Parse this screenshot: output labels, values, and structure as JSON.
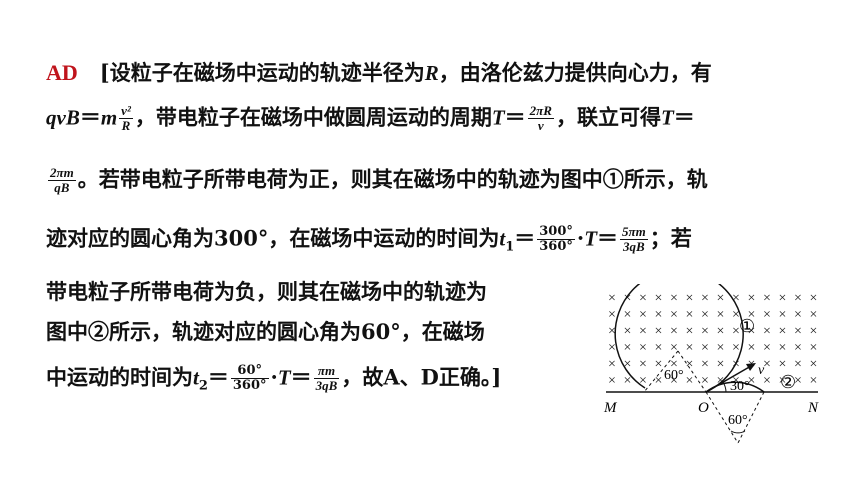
{
  "answer_label": "AD",
  "text": {
    "l1": "[设粒子在磁场中运动的轨迹半径为",
    "l1_R": "R",
    "l1_b": "，由洛伦兹力提供向心力，有",
    "l2_lhs": "qvB",
    "l2_eq": "＝",
    "l2_m": "m",
    "l2_num": "v²",
    "l2_den": "R",
    "l2_b": "，带电粒子在磁场中做圆周运动的周期",
    "l2_T": "T",
    "l2_eq2": "＝",
    "l2_num2": "2πR",
    "l2_den2": "v",
    "l2_c": "，联立可得",
    "l2_T2": "T",
    "l2_eq3": "＝",
    "l3_num": "2πm",
    "l3_den": "qB",
    "l3_b": "。若带电粒子所带电荷为正，则其在磁场中的轨迹为图中①所示，轨",
    "l4_a": "迹对应的圆心角为300°，在磁场中运动的时间为",
    "l4_t": "t",
    "l4_sub": "1",
    "l4_eq": "＝",
    "l4_num": "300°",
    "l4_den": "360°",
    "l4_dot": "·",
    "l4_T": "T",
    "l4_eq2": "＝",
    "l4_num2": "5πm",
    "l4_den2": "3qB",
    "l4_b": "；若",
    "l5": "带电粒子所带电荷为负，则其在磁场中的轨迹为",
    "l6": "图中②所示，轨迹对应的圆心角为60°，在磁场",
    "l7_a": "中运动的时间为",
    "l7_t": "t",
    "l7_sub": "2",
    "l7_eq": "＝",
    "l7_num": "60°",
    "l7_den": "360°",
    "l7_dot": "·",
    "l7_T": "T",
    "l7_eq2": "＝",
    "l7_num2": "πm",
    "l7_den2": "3qB",
    "l7_b": "，故A、D正确。]"
  },
  "figure": {
    "label_M": "M",
    "label_O": "O",
    "label_N": "N",
    "label_v": "v",
    "label_track1": "①",
    "label_track2": "②",
    "angle_inner": "60°",
    "angle_30": "30°",
    "angle_bottom": "60°",
    "field_symbol": "×"
  }
}
